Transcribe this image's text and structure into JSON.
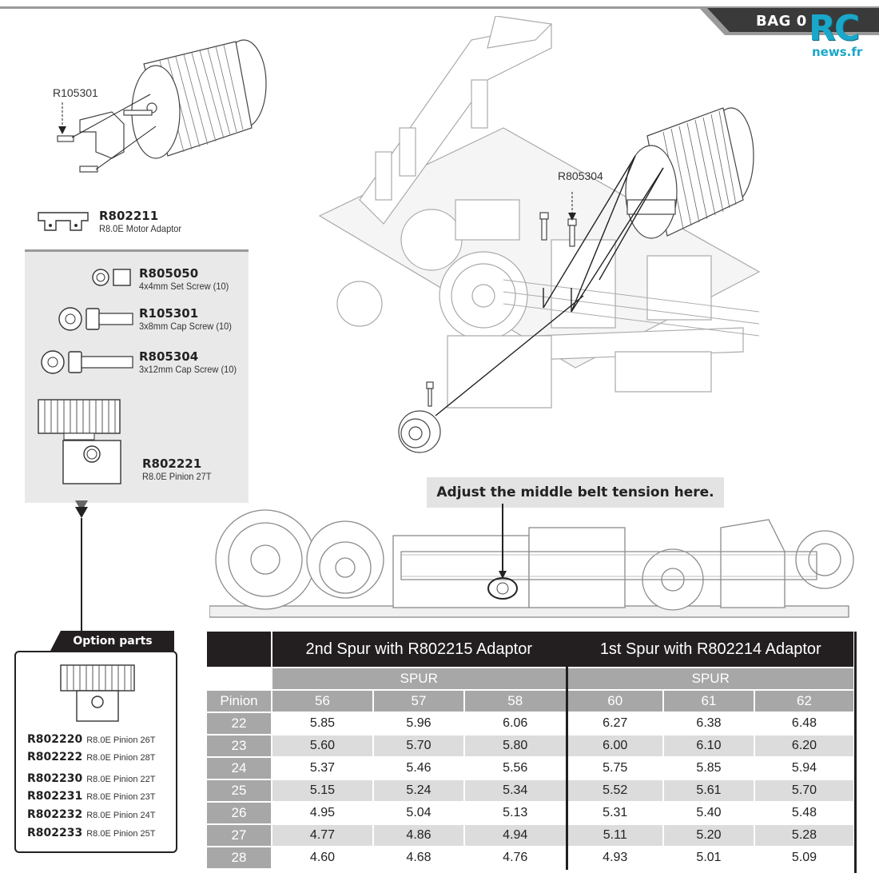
{
  "header": {
    "bag_label": "BAG 0",
    "logo_main": "RC",
    "logo_sub": "news.fr"
  },
  "callouts": {
    "motor_screw": "R105301",
    "chassis_screw": "R805304"
  },
  "adaptor": {
    "part": "R802211",
    "desc": "R8.0E Motor Adaptor"
  },
  "parts": [
    {
      "part": "R805050",
      "desc": "4x4mm Set Screw (10)"
    },
    {
      "part": "R105301",
      "desc": "3x8mm Cap Screw (10)"
    },
    {
      "part": "R805304",
      "desc": "3x12mm Cap Screw (10)"
    },
    {
      "part": "R802221",
      "desc": "R8.0E Pinion 27T"
    }
  ],
  "belt_note": "Adjust the middle belt tension here.",
  "option": {
    "title": "Option parts",
    "items": [
      {
        "part": "R802220",
        "desc": "R8.0E Pinion 26T"
      },
      {
        "part": "R802222",
        "desc": "R8.0E Pinion 28T"
      },
      {
        "part": "R802230",
        "desc": "R8.0E Pinion 22T"
      },
      {
        "part": "R802231",
        "desc": "R8.0E Pinion 23T"
      },
      {
        "part": "R802232",
        "desc": "R8.0E Pinion 24T"
      },
      {
        "part": "R802233",
        "desc": "R8.0E Pinion 25T"
      }
    ]
  },
  "table": {
    "group1": "2nd Spur with R802215 Adaptor",
    "group2": "1st Spur with R802214 Adaptor",
    "spur_label": "SPUR",
    "pinion_label": "Pinion",
    "spur_cols": [
      "56",
      "57",
      "58",
      "60",
      "61",
      "62"
    ],
    "rows": [
      {
        "pinion": "22",
        "vals": [
          "5.85",
          "5.96",
          "6.06",
          "6.27",
          "6.38",
          "6.48"
        ]
      },
      {
        "pinion": "23",
        "vals": [
          "5.60",
          "5.70",
          "5.80",
          "6.00",
          "6.10",
          "6.20"
        ]
      },
      {
        "pinion": "24",
        "vals": [
          "5.37",
          "5.46",
          "5.56",
          "5.75",
          "5.85",
          "5.94"
        ]
      },
      {
        "pinion": "25",
        "vals": [
          "5.15",
          "5.24",
          "5.34",
          "5.52",
          "5.61",
          "5.70"
        ]
      },
      {
        "pinion": "26",
        "vals": [
          "4.95",
          "5.04",
          "5.13",
          "5.31",
          "5.40",
          "5.48"
        ]
      },
      {
        "pinion": "27",
        "vals": [
          "4.77",
          "4.86",
          "4.94",
          "5.11",
          "5.20",
          "5.28"
        ]
      },
      {
        "pinion": "28",
        "vals": [
          "4.60",
          "4.68",
          "4.76",
          "4.93",
          "5.01",
          "5.09"
        ]
      }
    ]
  }
}
